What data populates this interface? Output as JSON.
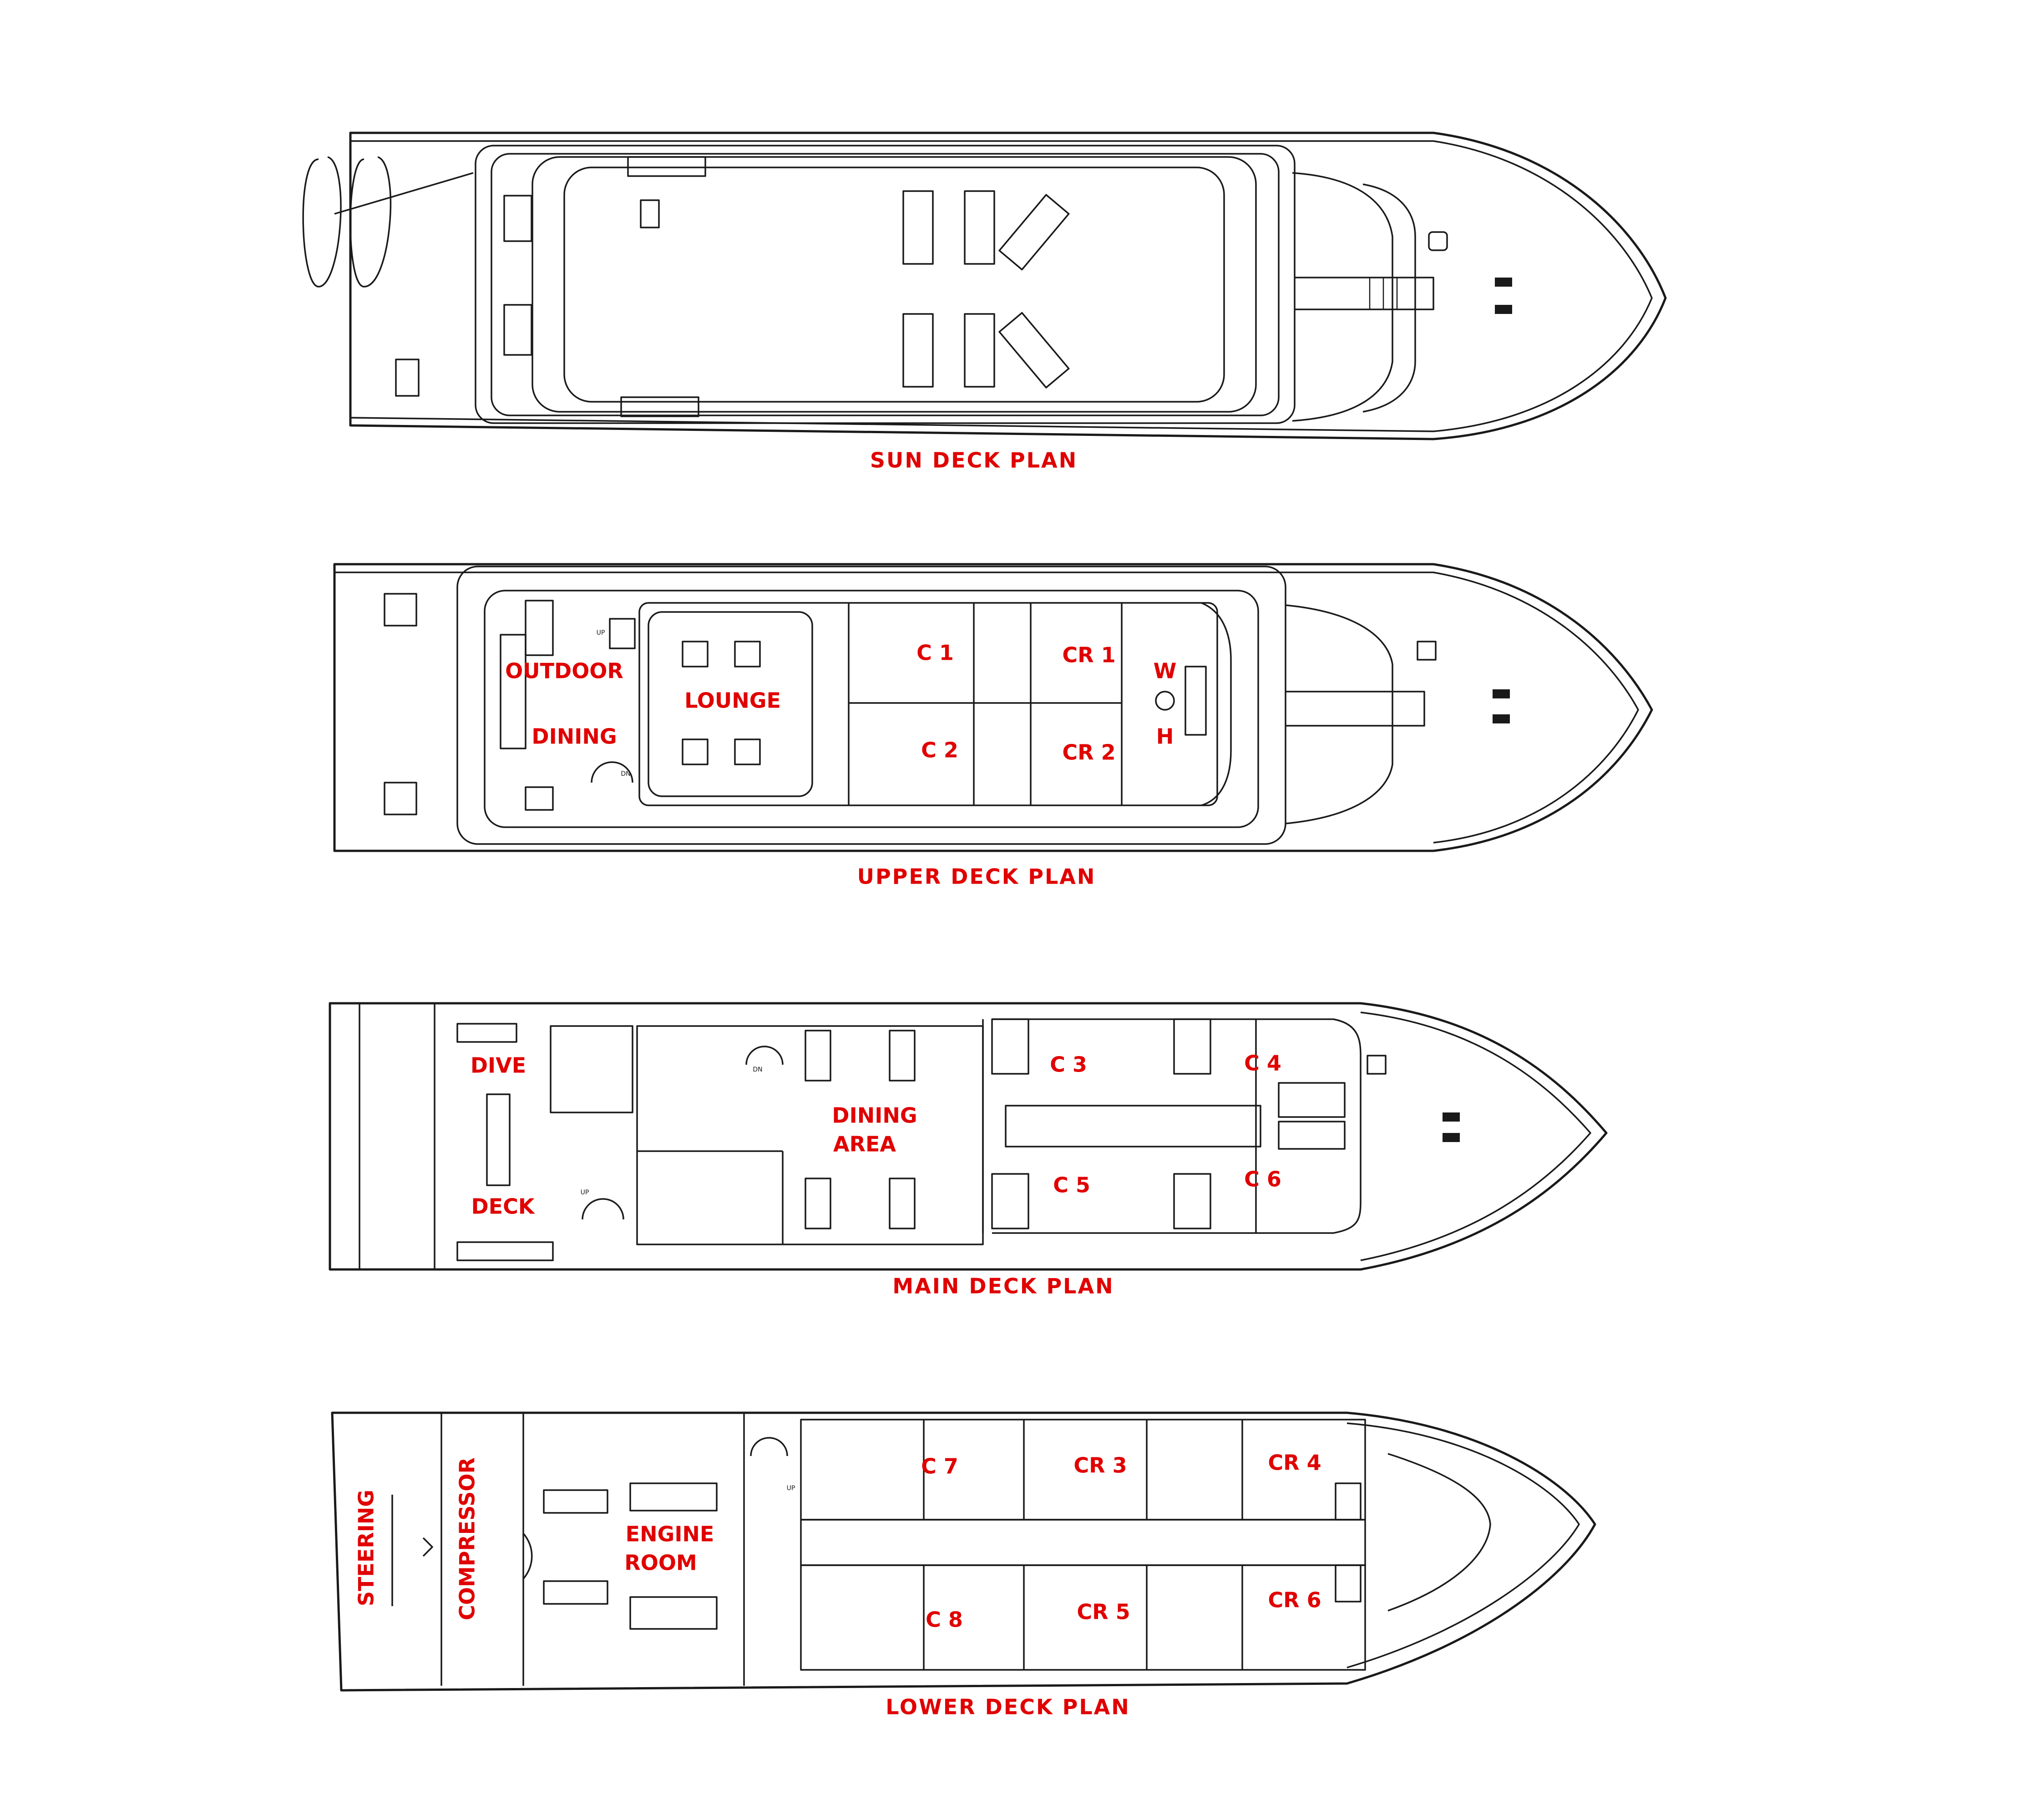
{
  "decks": [
    {
      "title": "SUN DECK PLAN",
      "labels": []
    },
    {
      "title": "UPPER DECK PLAN",
      "labels": [
        "OUTDOOR",
        "DINING",
        "LOUNGE",
        "C 1",
        "C 2",
        "CR 1",
        "CR 2",
        "W",
        "H"
      ]
    },
    {
      "title": "MAIN DECK PLAN",
      "labels": [
        "DIVE",
        "DECK",
        "DINING",
        "AREA",
        "C 3",
        "C 4",
        "C 5",
        "C 6"
      ]
    },
    {
      "title": "LOWER DECK PLAN",
      "labels": [
        "STEERING",
        "COMPRESSOR",
        "ENGINE",
        "ROOM",
        "C 7",
        "CR 3",
        "CR 4",
        "C 8",
        "CR 5",
        "CR 6"
      ]
    }
  ],
  "stair_marks": {
    "up": "UP",
    "down": "DN"
  },
  "colors": {
    "label": "#e00000",
    "linework": "#1a1a1a",
    "background": "#ffffff"
  }
}
